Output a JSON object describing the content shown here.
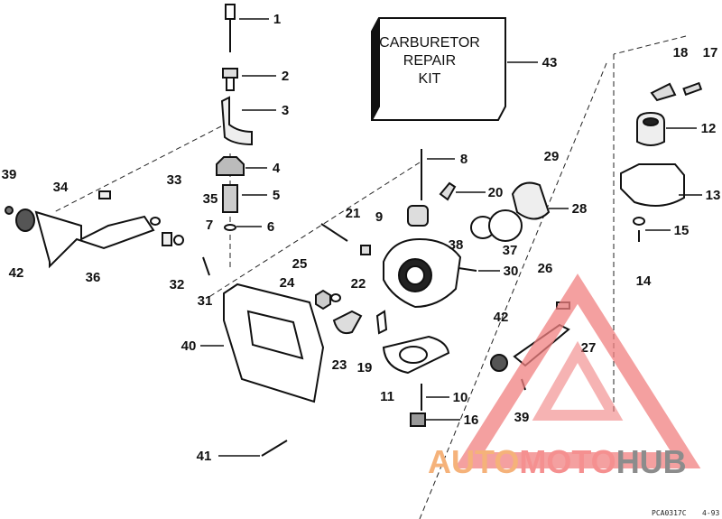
{
  "diagram": {
    "kit_label": [
      "CARBURETOR",
      "REPAIR",
      "KIT"
    ],
    "part_numbers": [
      "1",
      "2",
      "3",
      "4",
      "5",
      "6",
      "7",
      "8",
      "9",
      "20",
      "21",
      "22",
      "25",
      "24",
      "23",
      "19",
      "11",
      "10",
      "16",
      "38",
      "37",
      "29",
      "28",
      "30",
      "26",
      "42",
      "27",
      "39",
      "18",
      "17",
      "12",
      "13",
      "15",
      "14",
      "43",
      "39",
      "34",
      "33",
      "35",
      "42",
      "36",
      "32",
      "31",
      "40",
      "41"
    ],
    "drawing_code": "PCA0317C",
    "drawing_date": "4-93"
  },
  "watermark": {
    "part1": "AUTO",
    "part2": "MOTO",
    "part3": "HUB",
    "colors": {
      "auto": "#f5b27a",
      "moto": "#f59090",
      "hub": "#8c8c8c",
      "triangle": "#f08080"
    }
  }
}
